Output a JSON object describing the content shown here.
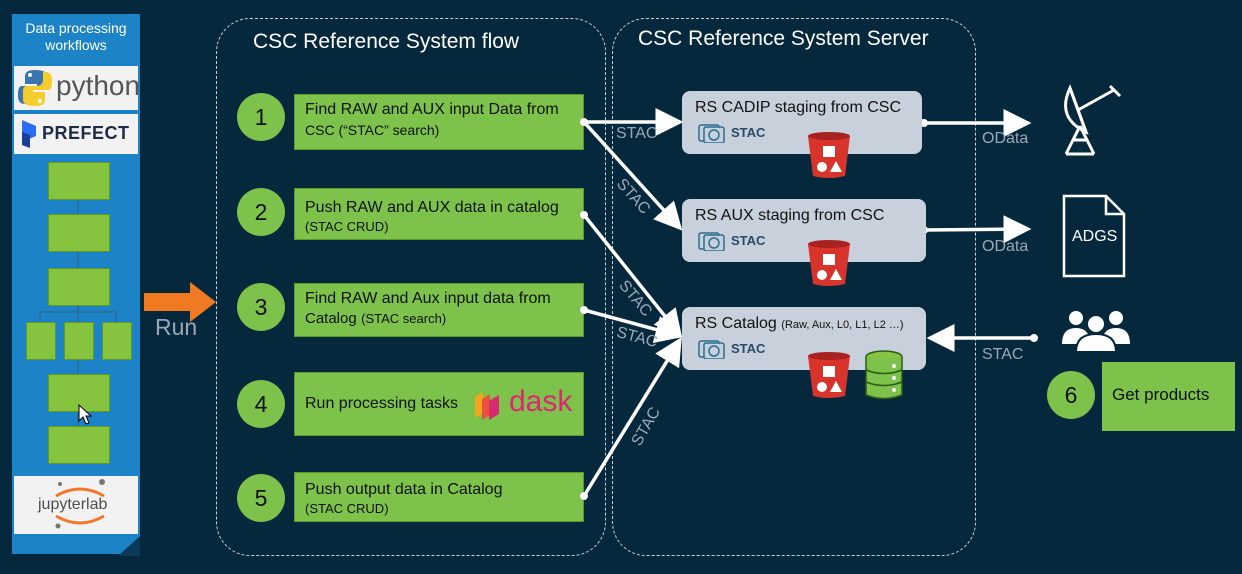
{
  "left_panel": {
    "title": "Data processing workflows",
    "python_logo": "python",
    "prefect_logo": "PREFECT",
    "jupyter_logo": "jupyterlab"
  },
  "run_label": "Run",
  "flow_lane": {
    "title": "CSC Reference System flow",
    "steps": [
      {
        "num": "1",
        "main": "Find RAW and AUX input Data from",
        "main2": "CSC (“STAC” search)"
      },
      {
        "num": "2",
        "main": "Push RAW and AUX data in catalog",
        "sub": "(STAC CRUD)"
      },
      {
        "num": "3",
        "main": "Find RAW and Aux input data from",
        "main2": "Catalog",
        "sub": "(STAC search)"
      },
      {
        "num": "4",
        "main": "Run processing tasks",
        "logo": "dask"
      },
      {
        "num": "5",
        "main": "Push output data in Catalog",
        "sub": "(STAC CRUD)"
      }
    ]
  },
  "server_lane": {
    "title": "CSC Reference System Server",
    "servers": [
      {
        "title": "RS CADIP staging from CSC",
        "badge": "STAC"
      },
      {
        "title": "RS AUX staging from CSC",
        "badge": "STAC"
      },
      {
        "title": "RS Catalog",
        "title_sub": "(Raw, Aux, L0, L1, L2 …)",
        "badge": "STAC"
      }
    ]
  },
  "edge_labels": {
    "stac": "STAC",
    "odata": "OData"
  },
  "right": {
    "adgs_label": "ADGS",
    "get_products_num": "6",
    "get_products_label": "Get products"
  },
  "colors": {
    "background": "#06283d",
    "panel_blue": "#1c84c6",
    "green": "#7dc24a",
    "server_bg": "#c7d0db",
    "bucket_red": "#d9342b",
    "arrow_orange": "#f07a22"
  }
}
